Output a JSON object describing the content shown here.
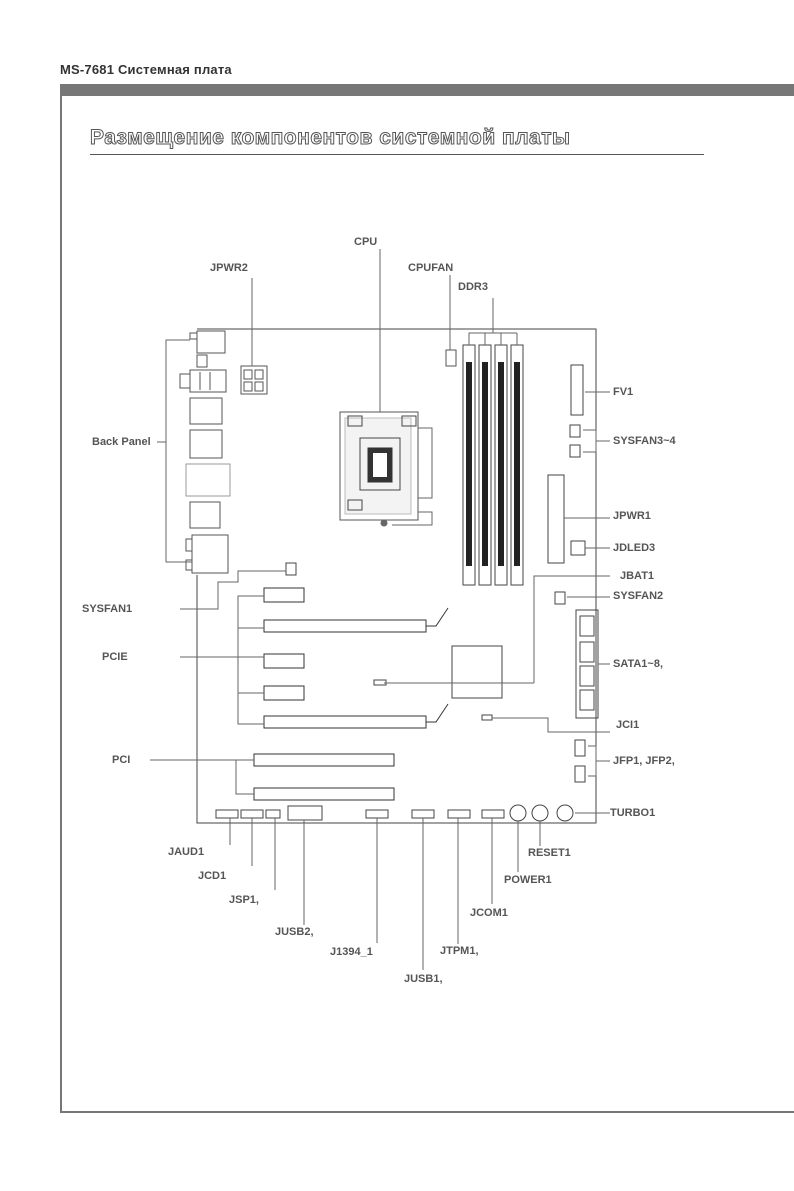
{
  "header": {
    "text": "MS-7681 Системная плата"
  },
  "section": {
    "title": "Размещение компонентов системной платы"
  },
  "labels": {
    "cpu": "CPU",
    "jpwr2": "JPWR2",
    "cpufan": "CPUFAN",
    "ddr3": "DDR3",
    "fv1": "FV1",
    "sysfan3_4": "SYSFAN3~4",
    "back_panel": "Back Panel",
    "jpwr1": "JPWR1",
    "jdled3": "JDLED3",
    "jbat1": "JBAT1",
    "sysfan2": "SYSFAN2",
    "sysfan1": "SYSFAN1",
    "pcie": "PCIE",
    "sata": "SATA1~8,",
    "jci1": "JCI1",
    "pci": "PCI",
    "jfp": "JFP1, JFP2,",
    "turbo1": "TURBO1",
    "jaud1": "JAUD1",
    "reset1": "RESET1",
    "jcd1": "JCD1",
    "power1": "POWER1",
    "jsp1": "JSP1,",
    "jcom1": "JCOM1",
    "jusb2": "JUSB2,",
    "j1394": "J1394_1",
    "jtpm1": "JTPM1,",
    "jusb1": "JUSB1,"
  }
}
